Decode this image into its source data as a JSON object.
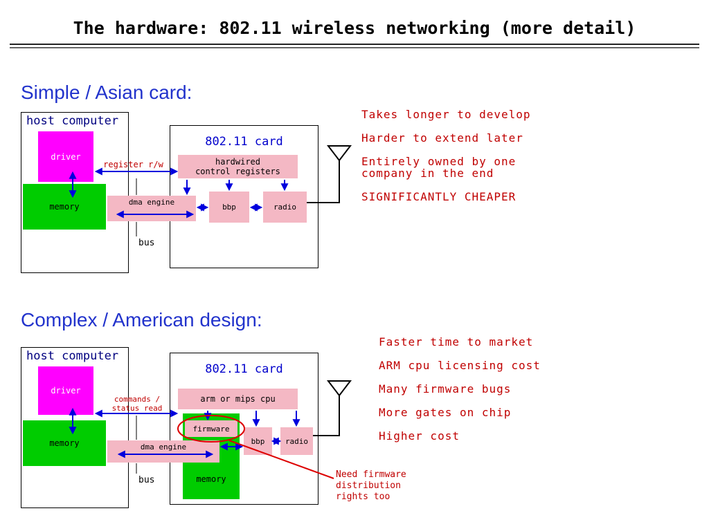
{
  "title": "The hardware: 802.11 wireless networking (more detail)",
  "colors": {
    "heading_blue": "#2233cc",
    "card_label_blue": "#0000cc",
    "host_label_navy": "#000080",
    "note_red": "#c00000",
    "annotation_red": "#dd0000",
    "arrow_blue": "#0000dd",
    "driver_magenta": "#ff00ff",
    "memory_green": "#00cc00",
    "chip_pink": "#f4b8c4"
  },
  "simple": {
    "heading": "Simple / Asian card:",
    "host_label": "host computer",
    "driver_label": "driver",
    "memory_label": "memory",
    "card_label": "802.11 card",
    "registers_label": "hardwired\ncontrol registers",
    "register_rw_label": "register r/w",
    "dma_label": "dma engine",
    "bbp_label": "bbp",
    "radio_label": "radio",
    "bus_label": "bus",
    "notes": [
      "Takes longer to develop",
      "Harder to extend later",
      "Entirely owned by one\ncompany in the end",
      "SIGNIFICANTLY CHEAPER"
    ]
  },
  "complex": {
    "heading": "Complex / American design:",
    "host_label": "host computer",
    "driver_label": "driver",
    "memory_label": "memory",
    "card_label": "802.11 card",
    "cpu_label": "arm or mips cpu",
    "firmware_label": "firmware",
    "card_memory_label": "memory",
    "commands_label": "commands /\nstatus read",
    "dma_label": "dma engine",
    "bbp_label": "bbp",
    "radio_label": "radio",
    "bus_label": "bus",
    "notes": [
      "Faster time to market",
      "ARM cpu licensing cost",
      "Many firmware bugs",
      "More gates on chip",
      "Higher cost"
    ],
    "annotation": "Need firmware\ndistribution\nrights too"
  }
}
